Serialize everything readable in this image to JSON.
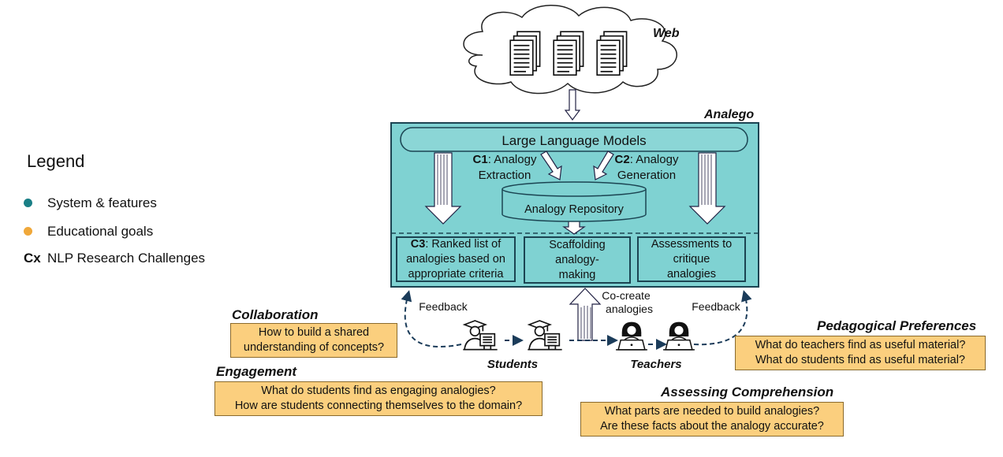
{
  "web_label": "Web",
  "system_title": "Analego",
  "llm_label": "Large Language Models",
  "c1": {
    "code": "C1",
    "text_line1": ": Analogy",
    "text_line2": "Extraction"
  },
  "c2": {
    "code": "C2",
    "text_line1": ": Analogy",
    "text_line2": "Generation"
  },
  "repository_label": "Analogy Repository",
  "feature_boxes": [
    {
      "code": "C3",
      "lines": [
        ": Ranked list of",
        "analogies based on",
        "appropriate criteria"
      ]
    },
    {
      "lines": [
        "Scaffolding",
        "analogy-",
        "making"
      ]
    },
    {
      "lines": [
        "Assessments to",
        "critique",
        "analogies"
      ]
    }
  ],
  "feedback_left": "Feedback",
  "feedback_right": "Feedback",
  "cocreate_line1": "Co-create",
  "cocreate_line2": "analogies",
  "students_label": "Students",
  "teachers_label": "Teachers",
  "legend": {
    "title": "Legend",
    "items": [
      {
        "marker": "dot",
        "color": "#1a7f86",
        "label": "System & features"
      },
      {
        "marker": "dot",
        "color": "#f0a83a",
        "label": "Educational goals"
      },
      {
        "marker": "text",
        "marker_text": "Cx",
        "label": "NLP Research Challenges"
      }
    ]
  },
  "goals": {
    "collaboration": {
      "title": "Collaboration",
      "lines": [
        "How to build a shared",
        "understanding of concepts?"
      ]
    },
    "engagement": {
      "title": "Engagement",
      "lines": [
        "What do students find as engaging analogies?",
        "How are students connecting themselves to the domain?"
      ]
    },
    "pedagogical": {
      "title": "Pedagogical Preferences",
      "lines": [
        "What do teachers find as useful material?",
        "What do students find as useful material?"
      ]
    },
    "assessing": {
      "title": "Assessing Comprehension",
      "lines": [
        "What parts are needed to build analogies?",
        "Are these facts about the analogy accurate?"
      ]
    }
  },
  "colors": {
    "system_fill": "#7fd2d2",
    "system_border": "#1b4452",
    "goal_fill": "#fbcf7e",
    "dashed_line": "#1b3c5a"
  },
  "icons": [
    "cloud-icon",
    "document-stack-icon",
    "graduate-student-icon",
    "teacher-laptop-icon",
    "database-icon"
  ]
}
